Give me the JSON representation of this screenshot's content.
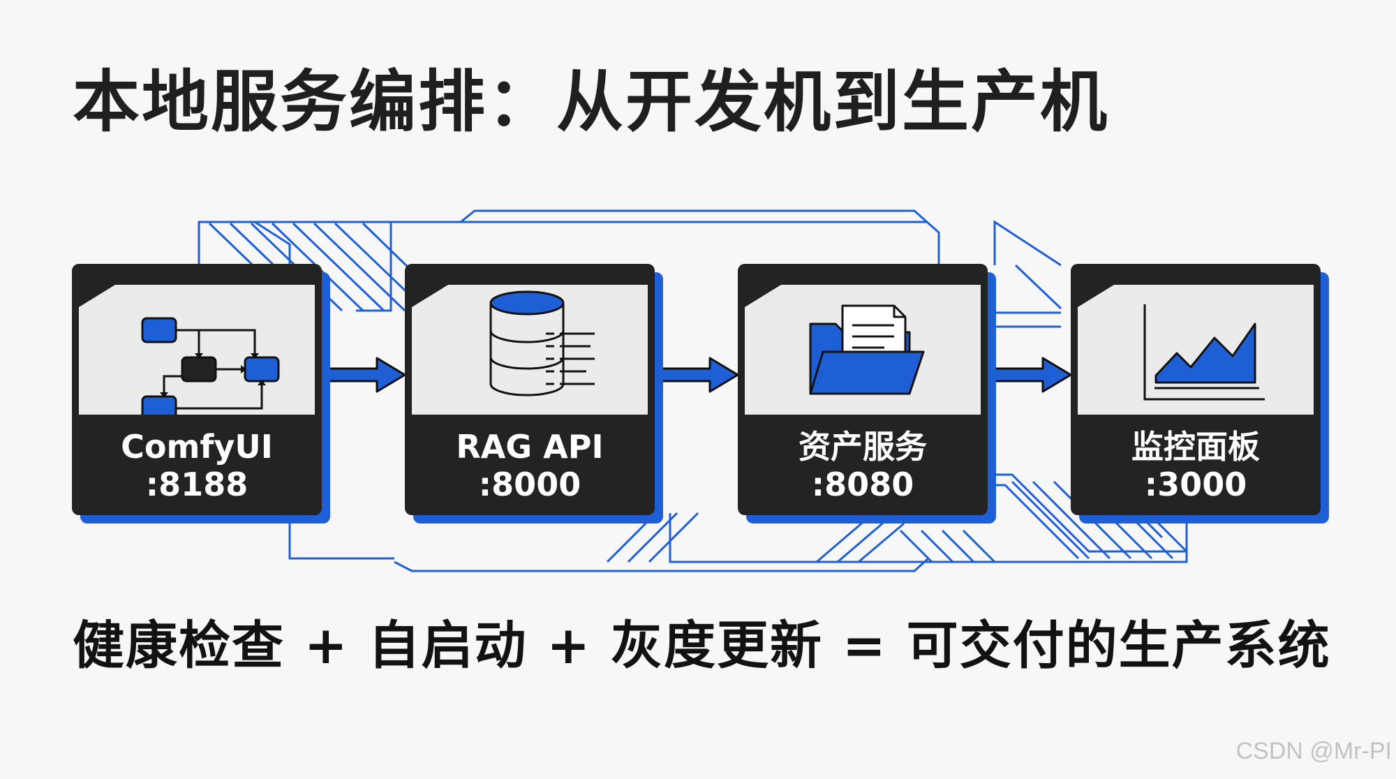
{
  "title": "本地服务编排：从开发机到生产机",
  "footer": "健康检查 + 自启动 + 灰度更新 = 可交付的生产系统",
  "watermark": "CSDN @Mr-PI",
  "colors": {
    "accent": "#1e5fd6",
    "card": "#232323",
    "screen": "#ebebeb",
    "background": "#f7f7f7"
  },
  "services": [
    {
      "name": "ComfyUI",
      "port": ":8188",
      "icon": "workflow-nodes-icon"
    },
    {
      "name": "RAG API",
      "port": ":8000",
      "icon": "database-icon"
    },
    {
      "name": "资产服务",
      "port": ":8080",
      "icon": "folder-document-icon"
    },
    {
      "name": "监控面板",
      "port": ":3000",
      "icon": "area-chart-icon"
    }
  ]
}
